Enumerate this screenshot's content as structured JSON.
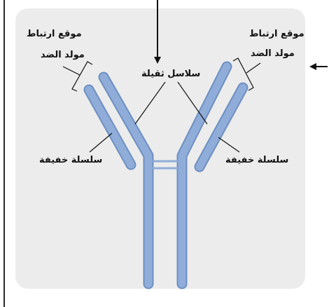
{
  "labels": {
    "binding_site_left_line1": "موقع ارتباط",
    "binding_site_left_line2": "مولد الضد",
    "binding_site_right_line1": "موقع ارتباط",
    "binding_site_right_line2": "مولد الضد",
    "heavy_chains": "سلاسل ثقيلة",
    "light_chain_left": "سلسلة خفيفة",
    "light_chain_right": "سلسلة خفيفة"
  },
  "colors": {
    "chain_fill": "#8fadd8",
    "chain_stroke": "#6d8fc2",
    "panel_background": "#ececec",
    "line": "#111111"
  }
}
